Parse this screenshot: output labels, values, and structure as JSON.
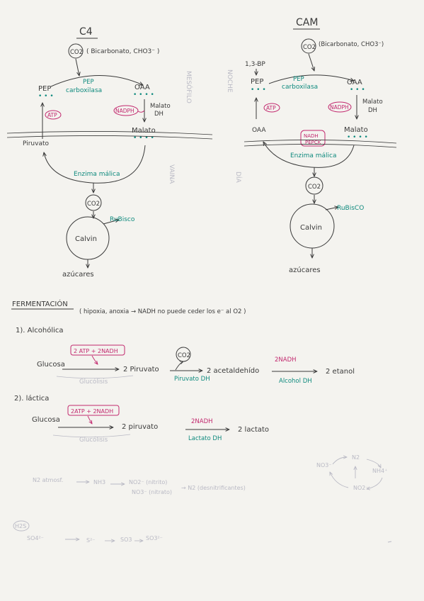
{
  "colors": {
    "ink": "#3a3a3a",
    "teal": "#0f8a7e",
    "pink": "#c2286e",
    "faint": "#b9b9c4",
    "paper": "#f4f3ef"
  },
  "c4": {
    "title": "C4",
    "co2_source": "( Bicarbonato, CHO3⁻ )",
    "co2": "CO2",
    "pep": "PEP",
    "enzyme": "PEP\ncarboxilasa",
    "oaa": "OAA",
    "atp": "ATP",
    "nadph": "NADPH",
    "malato_dh": "Malato\nDH",
    "malato": "Malato",
    "piruvato": "Piruvato",
    "enzima_malica": "Enzima málica",
    "co2_release": "CO2",
    "rubisco": "RuBisco",
    "calvin": "Calvin",
    "azucares": "azúcares",
    "mesofilo": "MESÓFILO",
    "vaina": "VAINA"
  },
  "cam": {
    "title": "CAM",
    "co2_source": "(Bicarbonato, CHO3⁻)",
    "co2": "CO2",
    "bp": "1,3-BP",
    "pep": "PEP",
    "enzyme": "PEP\ncarboxilasa",
    "oaa": "OAA",
    "atp": "ATP",
    "nadph": "NADPH",
    "malato_dh": "Malato\nDH",
    "oaa2": "OAA",
    "malato": "Malato",
    "nadh_pepck": "NADH\nPEPCK",
    "enzima_malica": "Enzima málica",
    "co2_release": "CO2",
    "rubisco": "RuBisCO",
    "calvin": "Calvin",
    "azucares": "azúcares",
    "noche": "NOCHE",
    "dia": "DÍA"
  },
  "fermentacion": {
    "heading": "FERMENTACIÓN",
    "note": "( hipoxia, anoxia → NADH no puede ceder los e⁻ al O2 )",
    "alcoholica": {
      "label": "1). Alcohólica",
      "glucosa": "Glucosa",
      "energy": "2 ATP + 2NADH",
      "piruvato": "2 Piruvato",
      "co2": "CO2",
      "acetaldehido": "2 acetaldehído",
      "nadh": "2NADH",
      "etanol": "2 etanol",
      "glucolisis": "Glucólisis",
      "piruvato_dh": "Piruvato DH",
      "alcohol_dh": "Alcohol DH"
    },
    "lactica": {
      "label": "2). láctica",
      "glucosa": "Glucosa",
      "energy": "2ATP + 2NADH",
      "piruvato": "2 piruvato",
      "nadh": "2NADH",
      "lactato": "2 lactato",
      "glucolisis": "Glucólisis",
      "lactato_dh": "Lactato DH"
    }
  },
  "nitrogen": {
    "cycle_n2": "N2",
    "cycle_no3": "NO3⁻",
    "cycle_nh4": "NH4⁺",
    "cycle_no2": "NO2⁻",
    "n2_atmos": "N2 atmosf.",
    "nh3": "NH3",
    "no2_nitrito": "NO2⁻ (nitrito)",
    "no3_nitrato": "NO3⁻ (nitrato)",
    "denitrificantes": "→ N2 (desnitrificantes)"
  },
  "sulfur": {
    "h2s": "H2S",
    "so4": "SO4²⁻",
    "s": "S²⁻",
    "so3": "SO3",
    "so3_2": "SO3²⁻"
  }
}
